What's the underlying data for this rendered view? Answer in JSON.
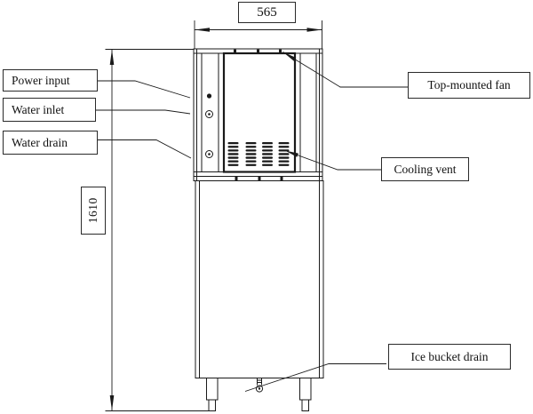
{
  "labels": {
    "power_input": "Power input",
    "water_inlet": "Water inlet",
    "water_drain": "Water drain",
    "top_mounted_fan": "Top-mounted fan",
    "cooling_vent": "Cooling vent",
    "ice_bucket_drain": "Ice bucket drain"
  },
  "dimensions": {
    "width": "565",
    "height": "1610"
  },
  "colors": {
    "line": "#1a1a1a",
    "background": "#ffffff"
  }
}
